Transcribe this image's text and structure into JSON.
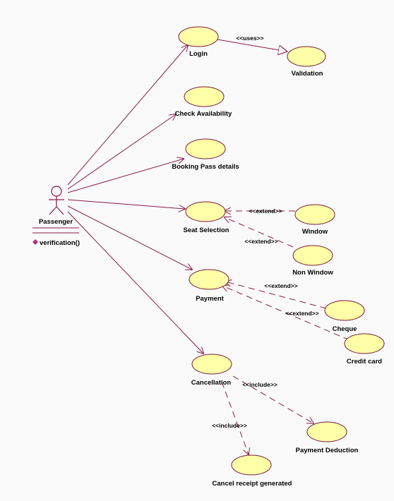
{
  "diagram": {
    "actor": {
      "name": "Passenger",
      "method": "verification()"
    },
    "use_cases": {
      "login": "Login",
      "validation": "Validation",
      "check_availability": "Check Availability",
      "booking_pass_details": "Booking Pass  details",
      "seat_selection": "Seat Selection",
      "window": "Window",
      "non_window": "Non Window",
      "payment": "Payment",
      "cheque": "Cheque",
      "credit_card": "Credit  card",
      "cancellation": "Cancellation",
      "payment_deduction": "Payment Deduction",
      "cancel_receipt": "Cancel receipt generated"
    },
    "stereotypes": {
      "uses": "<<uses>>",
      "extend_window": "<<extend>>",
      "extend_nonwindow": "<<extend>>",
      "extend_cheque": "<<extend>>",
      "extend_credit": "<<extend>>",
      "include_deduction": "<<include>>",
      "include_receipt": "<<include>>"
    },
    "colors": {
      "usecase_fill": "#ffffa8",
      "line": "#8a1a4a",
      "background": "#fafafa"
    }
  }
}
